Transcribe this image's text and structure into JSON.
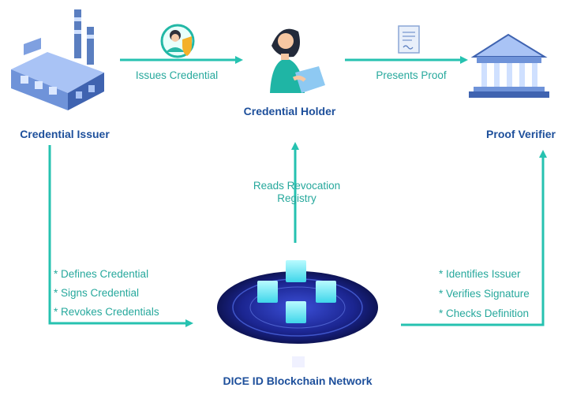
{
  "nodes": {
    "issuer": "Credential Issuer",
    "holder": "Credential Holder",
    "verifier": "Proof Verifier",
    "network": "DICE ID Blockchain Network"
  },
  "flows": {
    "issues": "Issues Credential",
    "presents": "Presents Proof",
    "reads_line1": "Reads Revocation",
    "reads_line2": "Registry"
  },
  "issuer_steps": [
    "* Defines Credential",
    "* Signs Credential",
    "* Revokes Credentials"
  ],
  "verifier_steps": [
    "* Identifies Issuer",
    "* Verifies Signature",
    "* Checks Definition"
  ],
  "colors": {
    "arrow": "#26c2b0",
    "title": "#1d4f9b",
    "label": "#26a89c"
  }
}
